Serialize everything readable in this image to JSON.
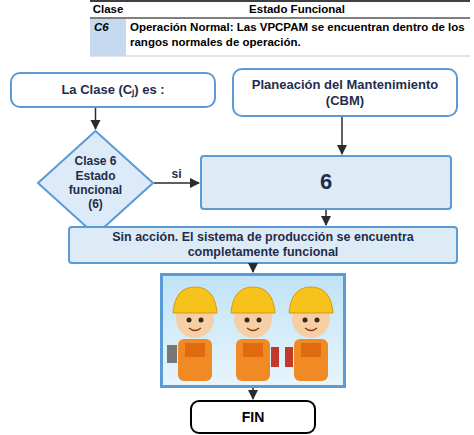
{
  "diagram": {
    "nodes": [
      {
        "text": [
          "La Clase (Cⱼ) es :"
        ]
      },
      {
        "text": [
          "Planeación del Mantenimiento (CBM)"
        ]
      },
      {
        "text": [
          "Clase 6 Estado funcional (6)"
        ]
      },
      {
        "text": [
          "6"
        ]
      },
      {
        "text": [
          "Sin acción. El sistema de producción se encuentra completamente funcional"
        ]
      },
      {
        "text": [
          "FIN"
        ]
      }
    ],
    "edges": [
      {
        "from": 0,
        "to": 2,
        "arrow": "to"
      },
      {
        "from": 1,
        "to": 3,
        "arrow": "to"
      },
      {
        "from": 2,
        "to": 3,
        "label": "si",
        "arrow": "to"
      },
      {
        "from": 3,
        "to": 4,
        "arrow": "to"
      }
    ],
    "labels": [
      "Clase",
      "Estado Funcional",
      "C6",
      "Operación Normal: Las VPCPAM se encuentran dentro de los rangos normales de operación."
    ]
  }
}
